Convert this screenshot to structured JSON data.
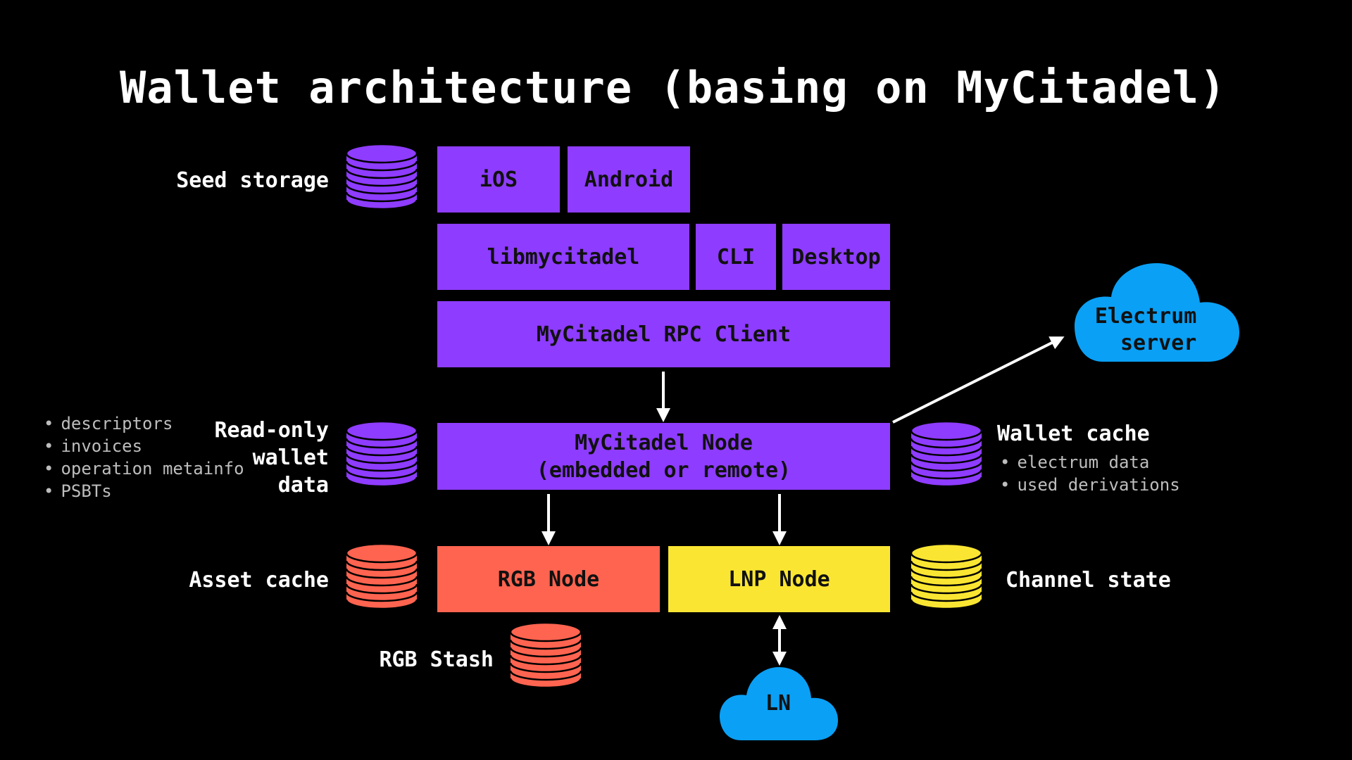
{
  "title": "Wallet architecture (basing on MyCitadel)",
  "colors": {
    "background": "#000000",
    "purple": "#8e3cff",
    "red": "#ff6450",
    "yellow": "#fae632",
    "cloud": "#0aa0f5",
    "box_text": "#111111",
    "label_text": "#ffffff",
    "bullet_text": "#bdbdbd"
  },
  "boxes": {
    "ios": "iOS",
    "android": "Android",
    "libmycitadel": "libmycitadel",
    "cli": "CLI",
    "desktop": "Desktop",
    "rpc_client": "MyCitadel RPC Client",
    "node_line1": "MyCitadel Node",
    "node_line2": "(embedded or remote)",
    "rgb_node": "RGB Node",
    "lnp_node": "LNP Node"
  },
  "labels": {
    "seed_storage": "Seed storage",
    "readonly_line1": "Read-only",
    "readonly_line2": "wallet",
    "readonly_line3": "data",
    "wallet_cache": "Wallet cache",
    "asset_cache": "Asset cache",
    "channel_state": "Channel state",
    "rgb_stash": "RGB Stash"
  },
  "clouds": {
    "electrum_line1": "Electrum",
    "electrum_line2": "server",
    "ln": "LN"
  },
  "readonly_bullets": [
    "descriptors",
    "invoices",
    "operation metainfo",
    "PSBTs"
  ],
  "wallet_cache_bullets": [
    "electrum data",
    "used derivations"
  ],
  "icons": {
    "database": "database-icon",
    "cloud": "cloud-icon",
    "arrow": "arrow-icon"
  }
}
